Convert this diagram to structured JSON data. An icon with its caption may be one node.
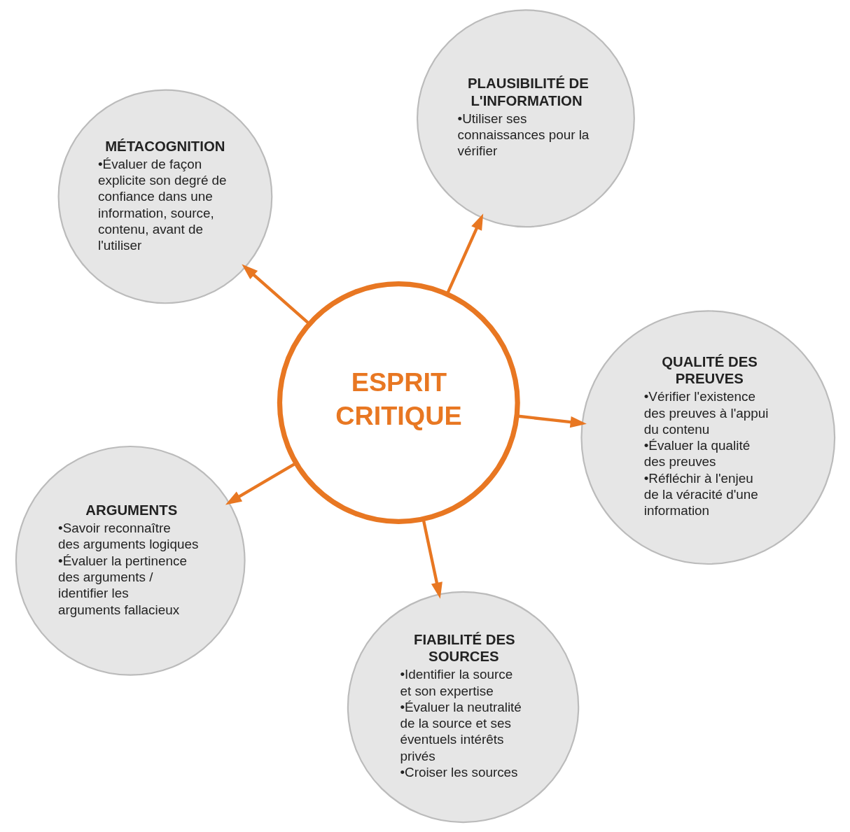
{
  "diagram": {
    "nodes": [
      {
        "text": [
          "MÉTACOGNITION",
          "•Évaluer de façon explicite son degré de confiance dans une information, source, contenu, avant de l'utiliser"
        ]
      },
      {
        "text": [
          "QUALITÉ DES PREUVES",
          "•Vérifier l'existence des preuves à l'appui du contenu",
          "•Évaluer la qualité des preuves",
          "•Réfléchir à l'enjeu de la véracité d'une information"
        ]
      },
      {
        "text": [
          "FIABILITÉ DES SOURCES",
          "•Identifier la source et son expertise",
          "•Évaluer la neutralité de la source et ses éventuels intérêts privés",
          "•Croiser les sources"
        ]
      },
      {
        "text": [
          "ESPRIT CRITIQUE"
        ]
      },
      {
        "text": [
          "PLAUSIBILITÉ DE L'INFORMATION",
          "•Utiliser ses connaissances pour la vérifier"
        ]
      },
      {
        "text": [
          "ARGUMENTS",
          "•Savoir reconnaître des arguments logiques",
          "•Évaluer la pertinence des arguments / identifier les arguments fallacieux"
        ]
      }
    ],
    "edges": [
      {
        "from": 3,
        "to": 0,
        "arrow": "to"
      },
      {
        "from": 3,
        "to": 1,
        "arrow": "to"
      },
      {
        "from": 3,
        "to": 2,
        "arrow": "to"
      },
      {
        "from": 3,
        "to": 4,
        "arrow": "to"
      },
      {
        "from": 3,
        "to": 5,
        "arrow": "to"
      }
    ]
  }
}
